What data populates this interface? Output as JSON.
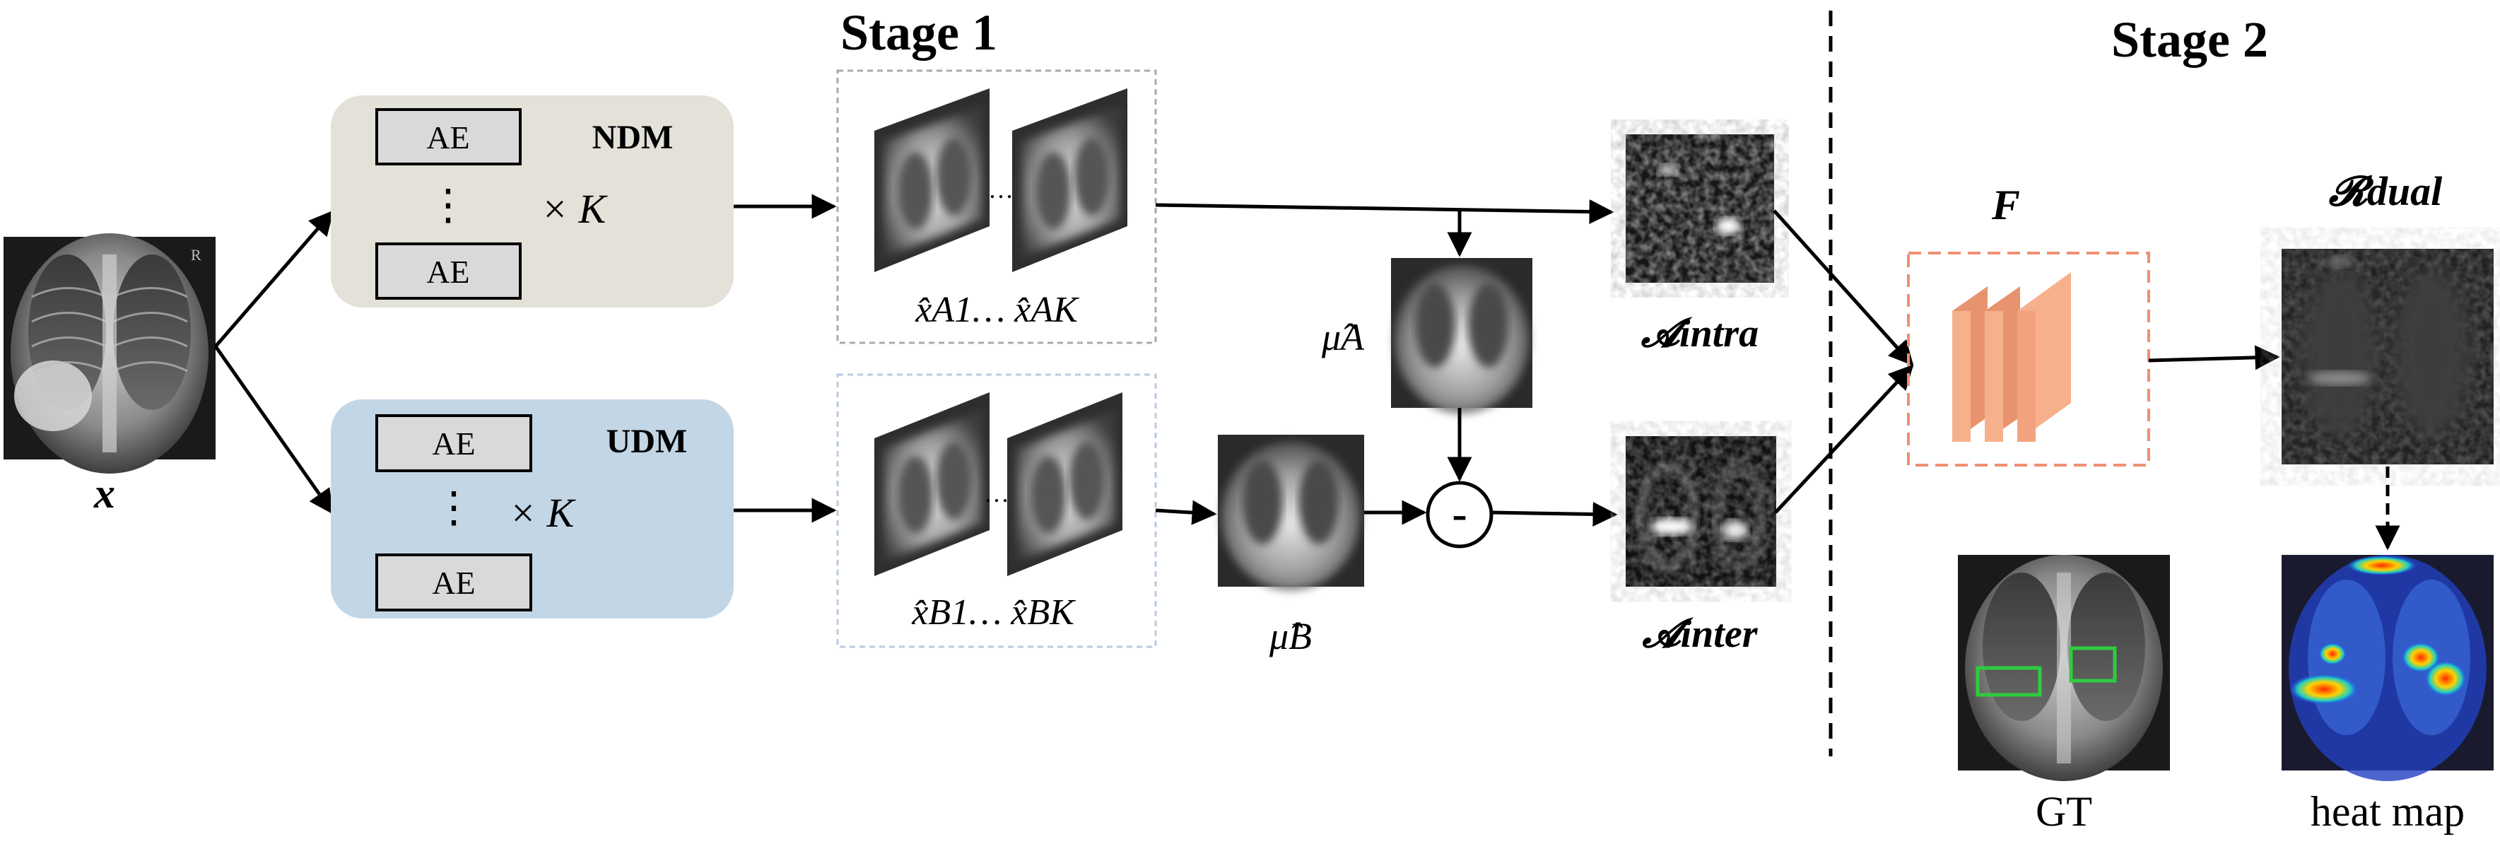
{
  "labels": {
    "stage1": "Stage 1",
    "stage2": "Stage 2",
    "input_x": "x",
    "ndm": "NDM",
    "udm": "UDM",
    "ae": "AE",
    "vdots": "⋮",
    "times_k": "× K",
    "x_a": "x̂A1… x̂AK",
    "x_b": "x̂B1… x̂BK",
    "mu_a": "μ̂A",
    "mu_b": "μ̂B",
    "minus": "-",
    "a_intra": "𝓐intra",
    "a_inter": "𝓐inter",
    "f": "F",
    "r_dual": "𝓡dual",
    "gt": "GT",
    "heat_map": "heat map",
    "dots": "…"
  },
  "colors": {
    "ndm_fill": "#e3e1d8",
    "udm_fill": "#c3d6e6",
    "ae_fill": "#d9d9d9",
    "f_block": "#f7b08c",
    "f_border": "#ef8f73",
    "gt_box": "#2ecc40",
    "arrow": "#000000"
  }
}
